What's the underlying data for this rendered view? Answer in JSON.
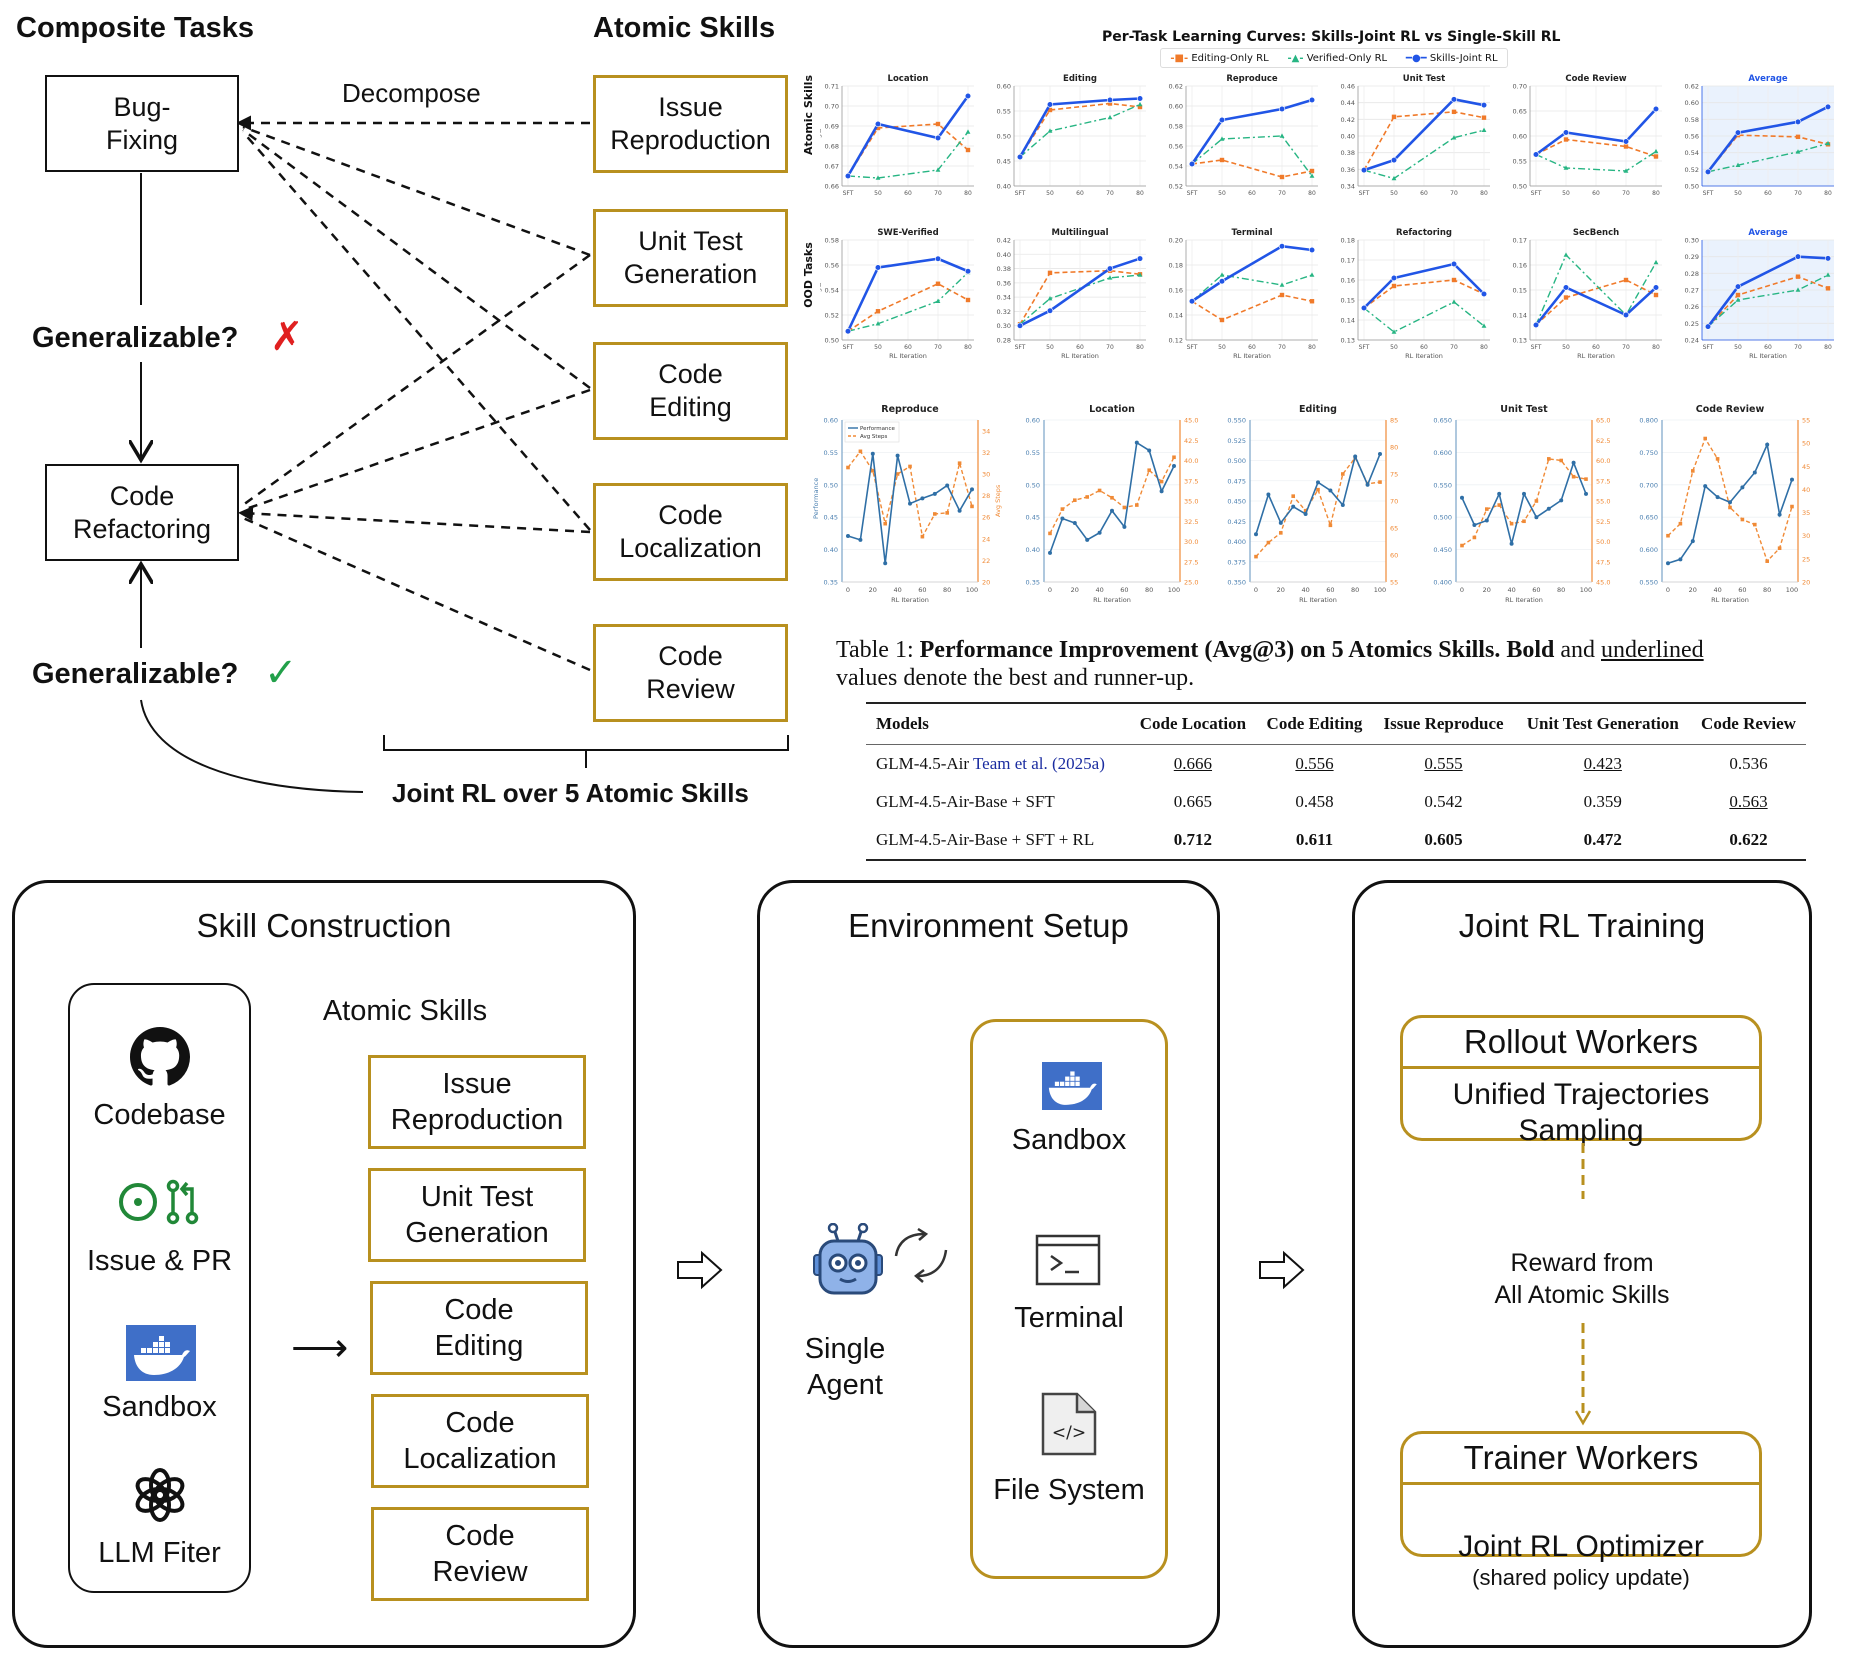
{
  "left_diagram": {
    "composite_header": "Composite Tasks",
    "atomic_header": "Atomic Skills",
    "decompose_label": "Decompose",
    "composite_tasks": [
      "Bug-\nFixing",
      "Code\nRefactoring"
    ],
    "atomic_skills": [
      "Issue\nReproduction",
      "Unit Test\nGeneration",
      "Code\nEditing",
      "Code\nLocalization",
      "Code\nReview"
    ],
    "generalizable_top": "Generalizable?",
    "generalizable_top_mark": "✗",
    "generalizable_bottom": "Generalizable?",
    "generalizable_bottom_mark": "✓",
    "joint_rl_label": "Joint RL over 5 Atomic Skills",
    "colors": {
      "gold": "#b8901f",
      "cross": "#e02020",
      "check": "#22a04a"
    }
  },
  "figure": {
    "title": "Per-Task Learning Curves: Skills-Joint RL vs Single-Skill RL",
    "legend": [
      "Editing-Only RL",
      "Verified-Only RL",
      "Skills-Joint RL"
    ],
    "row_labels": [
      "Atomic Skills",
      "OOD Tasks"
    ],
    "y_sublabel": "Avg@3",
    "x_label": "RL Iteration"
  },
  "chart_data": [
    {
      "type": "line",
      "title": "Per-Task Learning Curves: Skills-Joint RL vs Single-Skill RL",
      "x": [
        "SFT",
        "50",
        "60",
        "70",
        "80"
      ],
      "x_points": [
        "SFT",
        "50",
        "70",
        "80"
      ],
      "series_names": [
        "Editing-Only RL",
        "Verified-Only RL",
        "Skills-Joint RL"
      ],
      "series_colors": [
        "#f07a2a",
        "#27b583",
        "#2155e6"
      ],
      "ylabel": "Avg@3",
      "subplots": [
        {
          "row": "Atomic Skills",
          "title": "Location",
          "ylim": [
            0.66,
            0.71
          ],
          "yticks": [
            0.66,
            0.67,
            0.68,
            0.69,
            0.7,
            0.71
          ],
          "series": [
            [
              0.665,
              0.689,
              0.691,
              0.678
            ],
            [
              0.665,
              0.664,
              0.668,
              0.687
            ],
            [
              0.665,
              0.691,
              0.684,
              0.705
            ]
          ]
        },
        {
          "row": "Atomic Skills",
          "title": "Editing",
          "ylim": [
            0.4,
            0.6
          ],
          "yticks": [
            0.4,
            0.45,
            0.5,
            0.55,
            0.6
          ],
          "series": [
            [
              0.458,
              0.552,
              0.565,
              0.558
            ],
            [
              0.458,
              0.51,
              0.537,
              0.563
            ],
            [
              0.458,
              0.563,
              0.572,
              0.575
            ]
          ]
        },
        {
          "row": "Atomic Skills",
          "title": "Reproduce",
          "ylim": [
            0.52,
            0.62
          ],
          "yticks": [
            0.52,
            0.54,
            0.56,
            0.58,
            0.6,
            0.62
          ],
          "series": [
            [
              0.542,
              0.546,
              0.529,
              0.535
            ],
            [
              0.542,
              0.567,
              0.57,
              0.53
            ],
            [
              0.542,
              0.586,
              0.597,
              0.606
            ]
          ]
        },
        {
          "row": "Atomic Skills",
          "title": "Unit Test",
          "ylim": [
            0.34,
            0.46
          ],
          "yticks": [
            0.34,
            0.36,
            0.38,
            0.4,
            0.42,
            0.44,
            0.46
          ],
          "series": [
            [
              0.359,
              0.423,
              0.429,
              0.422
            ],
            [
              0.359,
              0.349,
              0.398,
              0.407
            ],
            [
              0.359,
              0.371,
              0.444,
              0.437
            ]
          ]
        },
        {
          "row": "Atomic Skills",
          "title": "Code Review",
          "ylim": [
            0.5,
            0.7
          ],
          "yticks": [
            0.5,
            0.55,
            0.6,
            0.65,
            0.7
          ],
          "series": [
            [
              0.563,
              0.593,
              0.579,
              0.559
            ],
            [
              0.563,
              0.536,
              0.53,
              0.569
            ],
            [
              0.563,
              0.607,
              0.589,
              0.654
            ]
          ]
        },
        {
          "row": "Atomic Skills",
          "title": "Average",
          "highlight": true,
          "ylim": [
            0.5,
            0.62
          ],
          "yticks": [
            0.5,
            0.52,
            0.54,
            0.56,
            0.58,
            0.6,
            0.62
          ],
          "series": [
            [
              0.517,
              0.561,
              0.559,
              0.55
            ],
            [
              0.517,
              0.525,
              0.541,
              0.551
            ],
            [
              0.517,
              0.564,
              0.577,
              0.595
            ]
          ]
        },
        {
          "row": "OOD Tasks",
          "title": "SWE-Verified",
          "ylim": [
            0.5,
            0.58
          ],
          "yticks": [
            0.5,
            0.52,
            0.54,
            0.56,
            0.58
          ],
          "series": [
            [
              0.507,
              0.523,
              0.545,
              0.532
            ],
            [
              0.507,
              0.513,
              0.531,
              0.554
            ],
            [
              0.507,
              0.558,
              0.565,
              0.555
            ]
          ]
        },
        {
          "row": "OOD Tasks",
          "title": "Multilingual",
          "ylim": [
            0.28,
            0.42
          ],
          "yticks": [
            0.28,
            0.3,
            0.32,
            0.34,
            0.36,
            0.38,
            0.4,
            0.42
          ],
          "series": [
            [
              0.302,
              0.374,
              0.377,
              0.372
            ],
            [
              0.302,
              0.338,
              0.367,
              0.371
            ],
            [
              0.3,
              0.321,
              0.38,
              0.394
            ]
          ]
        },
        {
          "row": "OOD Tasks",
          "title": "Terminal",
          "ylim": [
            0.12,
            0.2
          ],
          "yticks": [
            0.12,
            0.14,
            0.16,
            0.18,
            0.2
          ],
          "series": [
            [
              0.151,
              0.136,
              0.156,
              0.151
            ],
            [
              0.151,
              0.172,
              0.164,
              0.172
            ],
            [
              0.151,
              0.167,
              0.195,
              0.192
            ]
          ]
        },
        {
          "row": "OOD Tasks",
          "title": "Refactoring",
          "ylim": [
            0.13,
            0.18
          ],
          "yticks": [
            0.13,
            0.14,
            0.15,
            0.16,
            0.17,
            0.18
          ],
          "series": [
            [
              0.146,
              0.157,
              0.16,
              0.153
            ],
            [
              0.146,
              0.134,
              0.149,
              0.137
            ],
            [
              0.146,
              0.161,
              0.168,
              0.153
            ]
          ]
        },
        {
          "row": "OOD Tasks",
          "title": "SecBench",
          "ylim": [
            0.13,
            0.17
          ],
          "yticks": [
            0.13,
            0.14,
            0.15,
            0.16,
            0.17
          ],
          "series": [
            [
              0.136,
              0.147,
              0.154,
              0.148
            ],
            [
              0.136,
              0.164,
              0.14,
              0.161
            ],
            [
              0.136,
              0.151,
              0.14,
              0.151
            ]
          ]
        },
        {
          "row": "OOD Tasks",
          "title": "Average",
          "highlight": true,
          "ylim": [
            0.24,
            0.3
          ],
          "yticks": [
            0.24,
            0.25,
            0.26,
            0.27,
            0.28,
            0.29,
            0.3
          ],
          "series": [
            [
              0.248,
              0.267,
              0.278,
              0.271
            ],
            [
              0.248,
              0.264,
              0.27,
              0.279
            ],
            [
              0.248,
              0.272,
              0.29,
              0.289
            ]
          ]
        }
      ]
    },
    {
      "type": "line",
      "title": "Performance vs Avg Steps",
      "x": [
        0,
        10,
        20,
        30,
        40,
        50,
        60,
        70,
        80,
        90,
        100
      ],
      "xticks": [
        0,
        20,
        40,
        60,
        80,
        100
      ],
      "xlabel": "RL Iteration",
      "ylabel_left": "Performance",
      "ylabel_right": "Avg Steps",
      "legend": [
        "Performance",
        "Avg Steps"
      ],
      "series_colors": [
        "#2f6fa6",
        "#f08a36"
      ],
      "subplots": [
        {
          "title": "Reproduce",
          "ylim": [
            0.35,
            0.6
          ],
          "yticks": [
            0.35,
            0.4,
            0.45,
            0.5,
            0.55,
            0.6
          ],
          "y2lim": [
            20,
            35
          ],
          "y2ticks": [
            20,
            22,
            24,
            26,
            28,
            30,
            32,
            34
          ],
          "performance": [
            0.421,
            0.415,
            0.548,
            0.379,
            0.545,
            0.471,
            0.479,
            0.486,
            0.499,
            0.46,
            0.493
          ],
          "avg_steps": [
            30.6,
            32.1,
            30.3,
            25.4,
            30.0,
            30.7,
            24.2,
            26.3,
            26.4,
            31.0,
            27.0
          ]
        },
        {
          "title": "Location",
          "ylim": [
            0.35,
            0.6
          ],
          "yticks": [
            0.35,
            0.4,
            0.45,
            0.5,
            0.55,
            0.6
          ],
          "y2lim": [
            25.0,
            45.0
          ],
          "y2ticks": [
            25.0,
            27.5,
            30.0,
            32.5,
            35.0,
            37.5,
            40.0,
            42.5,
            45.0
          ],
          "performance": [
            0.395,
            0.448,
            0.441,
            0.415,
            0.426,
            0.46,
            0.435,
            0.565,
            0.553,
            0.49,
            0.529
          ],
          "avg_steps": [
            31.0,
            34.0,
            35.1,
            35.5,
            36.3,
            35.4,
            34.2,
            34.5,
            38.8,
            37.4,
            40.4
          ]
        },
        {
          "title": "Editing",
          "ylim": [
            0.35,
            0.55
          ],
          "yticks": [
            0.35,
            0.375,
            0.4,
            0.425,
            0.45,
            0.475,
            0.5,
            0.525,
            0.55
          ],
          "y2lim": [
            55,
            85
          ],
          "y2ticks": [
            55,
            60,
            65,
            70,
            75,
            80,
            85
          ],
          "performance": [
            0.409,
            0.458,
            0.423,
            0.443,
            0.434,
            0.473,
            0.463,
            0.445,
            0.505,
            0.47,
            0.508
          ],
          "avg_steps": [
            59.7,
            62.3,
            64.1,
            70.9,
            68.2,
            72.1,
            65.5,
            75.0,
            78.0,
            73.2,
            73.5
          ]
        },
        {
          "title": "Unit Test",
          "ylim": [
            0.4,
            0.65
          ],
          "yticks": [
            0.4,
            0.45,
            0.5,
            0.55,
            0.6,
            0.65
          ],
          "y2lim": [
            45.0,
            65.0
          ],
          "y2ticks": [
            45.0,
            47.5,
            50.0,
            52.5,
            55.0,
            57.5,
            60.0,
            62.5,
            65.0
          ],
          "performance": [
            0.53,
            0.488,
            0.495,
            0.536,
            0.459,
            0.536,
            0.5,
            0.513,
            0.526,
            0.584,
            0.536
          ],
          "avg_steps": [
            49.5,
            50.5,
            54.0,
            54.5,
            52.2,
            52.5,
            55.0,
            60.2,
            60.0,
            58.0,
            57.7
          ]
        },
        {
          "title": "Code Review",
          "ylim": [
            0.55,
            0.8
          ],
          "yticks": [
            0.55,
            0.6,
            0.65,
            0.7,
            0.75,
            0.8
          ],
          "y2lim": [
            20,
            55
          ],
          "y2ticks": [
            20,
            25,
            30,
            35,
            40,
            45,
            50,
            55
          ],
          "performance": [
            0.579,
            0.585,
            0.613,
            0.698,
            0.681,
            0.673,
            0.696,
            0.719,
            0.762,
            0.654,
            0.708
          ],
          "avg_steps": [
            30.0,
            32.6,
            44.0,
            51.0,
            46.6,
            36.1,
            33.5,
            32.4,
            24.5,
            27.3,
            36.3
          ]
        }
      ]
    },
    {
      "type": "table",
      "title": "Table 1: Performance Improvement (Avg@3) on 5 Atomics Skills.",
      "columns": [
        "Models",
        "Code Location",
        "Code Editing",
        "Issue Reproduce",
        "Unit Test Generation",
        "Code Review"
      ],
      "rows": [
        {
          "model": "GLM-4.5-Air",
          "cite": "Team et al. (2025a)",
          "values": [
            "0.666",
            "0.556",
            "0.555",
            "0.423",
            "0.536"
          ],
          "underline": [
            true,
            true,
            true,
            true,
            false
          ],
          "bold": [
            false,
            false,
            false,
            false,
            false
          ]
        },
        {
          "model": "GLM-4.5-Air-Base + SFT",
          "cite": "",
          "values": [
            "0.665",
            "0.458",
            "0.542",
            "0.359",
            "0.563"
          ],
          "underline": [
            false,
            false,
            false,
            false,
            true
          ],
          "bold": [
            false,
            false,
            false,
            false,
            false
          ]
        },
        {
          "model": "GLM-4.5-Air-Base + SFT + RL",
          "cite": "",
          "values": [
            "0.712",
            "0.611",
            "0.605",
            "0.472",
            "0.622"
          ],
          "underline": [
            false,
            false,
            false,
            false,
            false
          ],
          "bold": [
            true,
            true,
            true,
            true,
            true
          ]
        }
      ]
    }
  ],
  "table": {
    "caption_prefix": "Table 1: ",
    "caption_bold": "Performance Improvement (Avg@3) on 5 Atomics Skills.",
    "caption_bold2": "Bold",
    "caption_mid": " and ",
    "caption_underline": "underlined",
    "caption_end": "values denote the best and runner-up.",
    "headers": [
      "Models",
      "Code Location",
      "Code Editing",
      "Issue Reproduce",
      "Unit Test Generation",
      "Code Review"
    ],
    "rows": [
      {
        "model": "GLM-4.5-Air ",
        "cite": "Team et al. (2025a)",
        "cells": [
          "0.666",
          "0.556",
          "0.555",
          "0.423",
          "0.536"
        ]
      },
      {
        "model": "GLM-4.5-Air-Base + SFT",
        "cite": "",
        "cells": [
          "0.665",
          "0.458",
          "0.542",
          "0.359",
          "0.563"
        ]
      },
      {
        "model": "GLM-4.5-Air-Base + SFT + RL",
        "cite": "",
        "cells": [
          "0.712",
          "0.611",
          "0.605",
          "0.472",
          "0.622"
        ]
      }
    ]
  },
  "pipeline": {
    "skill_construction": {
      "title": "Skill Construction",
      "sources": [
        {
          "icon": "github-icon",
          "label": "Codebase"
        },
        {
          "icon": "issue-pr-icon",
          "label": "Issue & PR"
        },
        {
          "icon": "docker-icon",
          "label": "Sandbox"
        },
        {
          "icon": "openai-icon",
          "label": "LLM Fiter"
        }
      ],
      "atomic_header": "Atomic Skills",
      "skills": [
        "Issue\nReproduction",
        "Unit Test\nGeneration",
        "Code\nEditing",
        "Code\nLocalization",
        "Code\nReview"
      ]
    },
    "environment_setup": {
      "title": "Environment Setup",
      "agent_label": "Single\nAgent",
      "tools": [
        {
          "icon": "docker-icon",
          "label": "Sandbox"
        },
        {
          "icon": "terminal-icon",
          "label": "Terminal"
        },
        {
          "icon": "code-file-icon",
          "label": "File System"
        }
      ]
    },
    "joint_rl_training": {
      "title": "Joint RL Training",
      "rollout_title": "Rollout Workers",
      "rollout_body": "Unified Trajectories\nSampling",
      "reward_label": "Reward from\nAll Atomic Skills",
      "trainer_title": "Trainer Workers",
      "trainer_body": "Joint RL Optimizer",
      "trainer_sub": "(shared policy update)"
    },
    "colors": {
      "gold": "#b8901f",
      "docker_blue": "#3f6fc8",
      "green_icon": "#218838",
      "robot_blue": "#5d8fd8"
    }
  }
}
